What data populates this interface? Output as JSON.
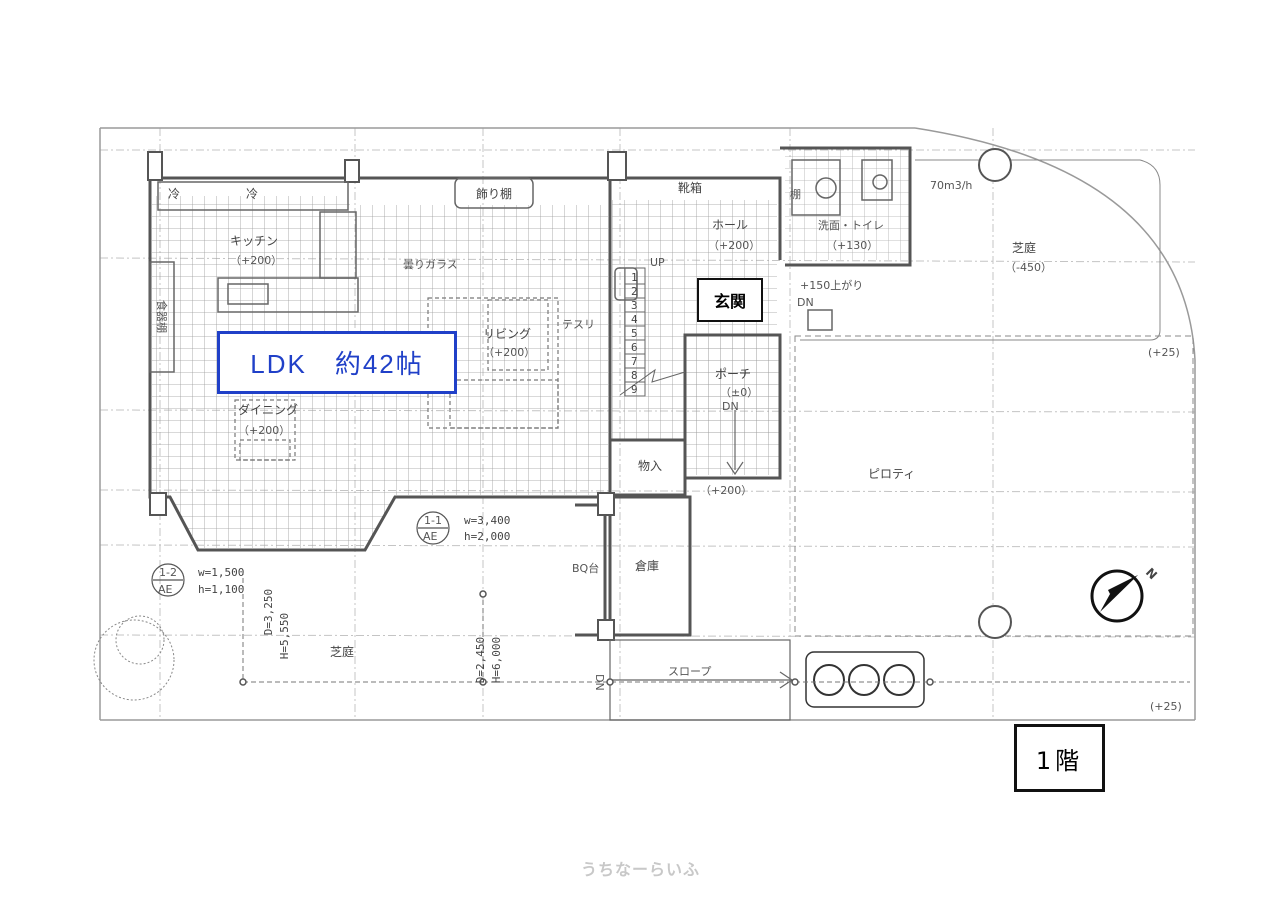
{
  "rooms": {
    "kitchen": "キッチン",
    "kitchen_level": "（+200）",
    "living": "リビング",
    "living_level": "（+200）",
    "dining": "ダイニング",
    "dining_level": "（+200）",
    "hall": "ホール",
    "hall_level": "（+200）",
    "washroom": "洗面・トイレ",
    "washroom_level": "（+130）",
    "porch": "ポーチ",
    "porch_level": "（±0）",
    "storage_in": "物入",
    "warehouse": "倉庫",
    "piloti": "ピロティ",
    "lawn_right": "芝庭",
    "lawn_right_level": "（-450）",
    "lawn_bottom": "芝庭",
    "genkan": "玄関"
  },
  "fixtures": {
    "fridge1": "冷",
    "fridge2": "冷",
    "display_shelf": "飾り棚",
    "shoe_cabinet": "靴箱",
    "pantry_shelf": "食器棚",
    "frosted_glass": "曇りガラス",
    "handrail": "テスリ",
    "up": "UP",
    "dn1": "DN",
    "dn2": "DN",
    "dn3": "DN",
    "shelf": "棚",
    "bbq": "BQ台",
    "slope": "スロープ",
    "plus150": "+150上がり",
    "vent": "70m3/h",
    "porch_level2": "（+200）"
  },
  "levels": {
    "plus25_a": "(+25)",
    "plus25_b": "(+25)"
  },
  "stairs": [
    "1",
    "2",
    "3",
    "4",
    "5",
    "6",
    "7",
    "8",
    "9"
  ],
  "windows": {
    "w11_tag": "1-1",
    "w11_ae": "AE",
    "w11_w": "w=3,400",
    "w11_h": "h=2,000",
    "w12_tag": "1-2",
    "w12_ae": "AE",
    "w12_w": "w=1,500",
    "w12_h": "h=1,100"
  },
  "dimensions": {
    "d1": "D=3,250",
    "h1": "H=5,550",
    "d2": "D=2,450",
    "h2": "H=6,000"
  },
  "labels": {
    "ldk": "LDK　約42帖",
    "floor": "1階",
    "watermark": "うちなーらいふ",
    "north": "N"
  }
}
